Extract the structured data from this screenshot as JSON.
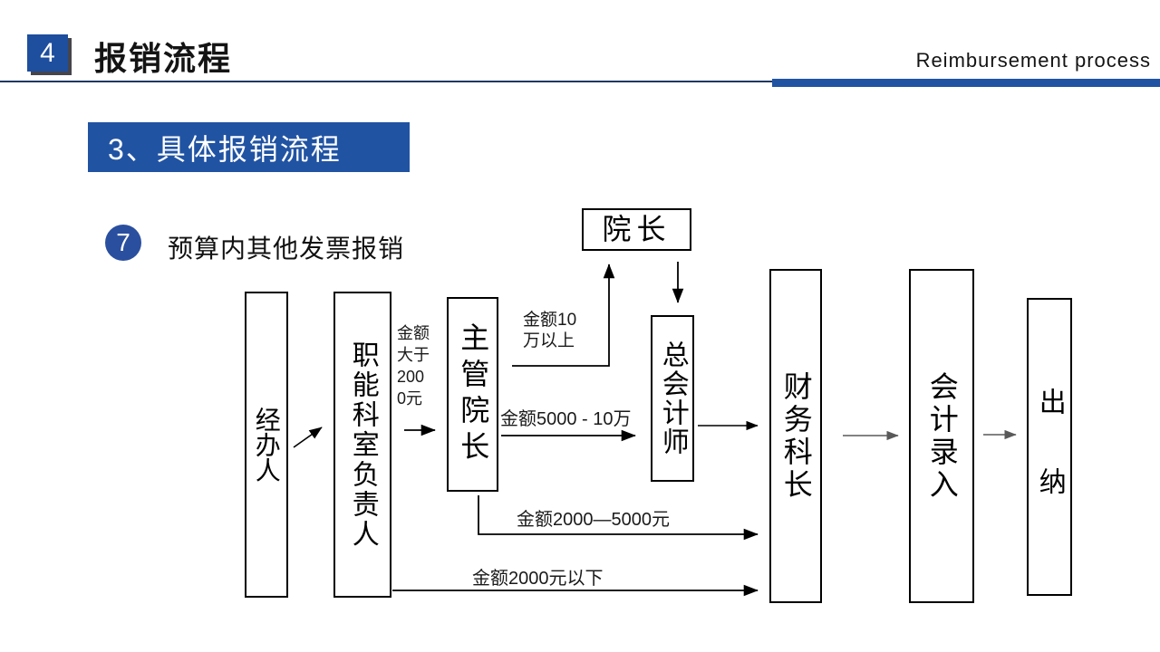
{
  "header": {
    "badge_number": "4",
    "title": "报销流程",
    "subtitle_en": "Reimbursement process"
  },
  "section_banner": "3、具体报销流程",
  "step": {
    "number": "7",
    "label": "预算内其他发票报销"
  },
  "flowchart": {
    "nodes": [
      {
        "id": "operator",
        "label": "经办人"
      },
      {
        "id": "functional-dept-head",
        "label": "职能科室负责人"
      },
      {
        "id": "deputy-dean",
        "label": "主管院长"
      },
      {
        "id": "dean",
        "label": "院长"
      },
      {
        "id": "chief-accountant",
        "label": "总会计师"
      },
      {
        "id": "finance-section-chief",
        "label": "财务科长"
      },
      {
        "id": "accounting-entry",
        "label": "会计录入"
      },
      {
        "id": "cashier",
        "label": "出　纳"
      }
    ],
    "edge_labels": [
      {
        "id": "amount-over-2000",
        "text": "金额\n大于\n200\n0元"
      },
      {
        "id": "amount-over-100k",
        "text": "金额10\n万以上"
      },
      {
        "id": "amount-5000-100k",
        "text": "金额5000 - 10万"
      },
      {
        "id": "amount-2000-5000",
        "text": "金额2000—5000元"
      },
      {
        "id": "amount-under-2000",
        "text": "金额2000元以下"
      }
    ]
  },
  "colors": {
    "accent_blue": "#2153a3",
    "badge_blue": "#1e4e9e",
    "circle_blue": "#2a4f9f",
    "line_navy": "#1f3864",
    "arrow_gray": "#595959"
  }
}
